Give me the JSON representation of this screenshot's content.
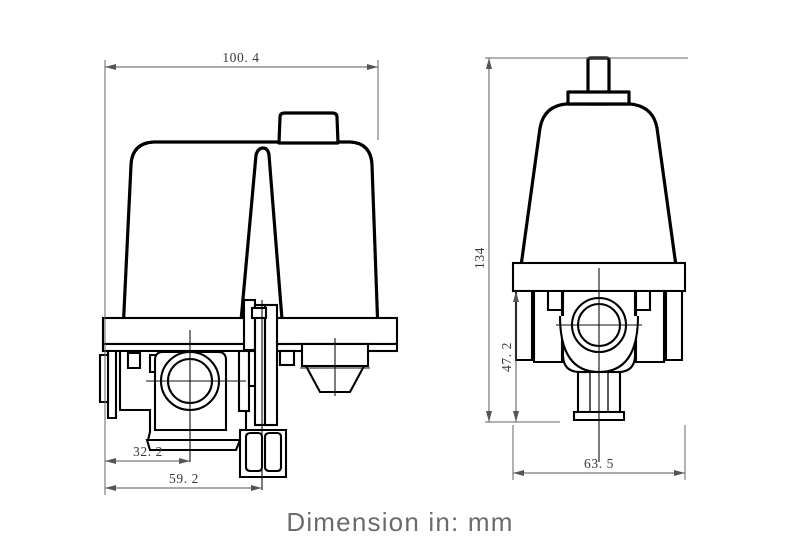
{
  "figure": {
    "title_caption": "Dimension in: mm",
    "units": "mm",
    "views": [
      {
        "name": "front-view",
        "position": "left"
      },
      {
        "name": "side-view",
        "position": "right"
      }
    ]
  },
  "dimensions": {
    "front_width_overall": "100. 4",
    "front_offset_center": "32. 2",
    "front_offset_port": "59. 2",
    "side_height_overall": "134",
    "side_height_base": "47. 2",
    "side_width_overall": "63. 5"
  },
  "colors": {
    "background": "#ffffff",
    "outline": "#000000",
    "dimension_line": "#555555",
    "dimension_text": "#3a3a3a",
    "caption_text": "#6b6b6b"
  }
}
